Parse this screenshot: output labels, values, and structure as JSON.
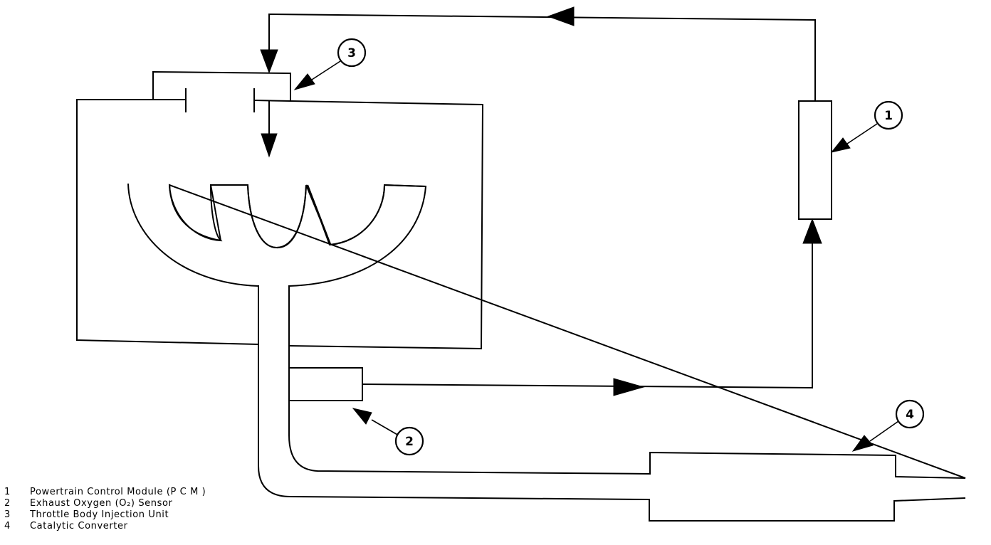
{
  "callouts": [
    {
      "id": "1",
      "label": "1"
    },
    {
      "id": "2",
      "label": "2"
    },
    {
      "id": "3",
      "label": "3"
    },
    {
      "id": "4",
      "label": "4"
    }
  ],
  "legend": [
    {
      "num": "1",
      "text": "Powertrain Control Module (P C M )"
    },
    {
      "num": "2",
      "text": "Exhaust Oxygen (O₂) Sensor"
    },
    {
      "num": "3",
      "text": "Throttle Body Injection Unit"
    },
    {
      "num": "4",
      "text": "Catalytic Converter"
    }
  ]
}
